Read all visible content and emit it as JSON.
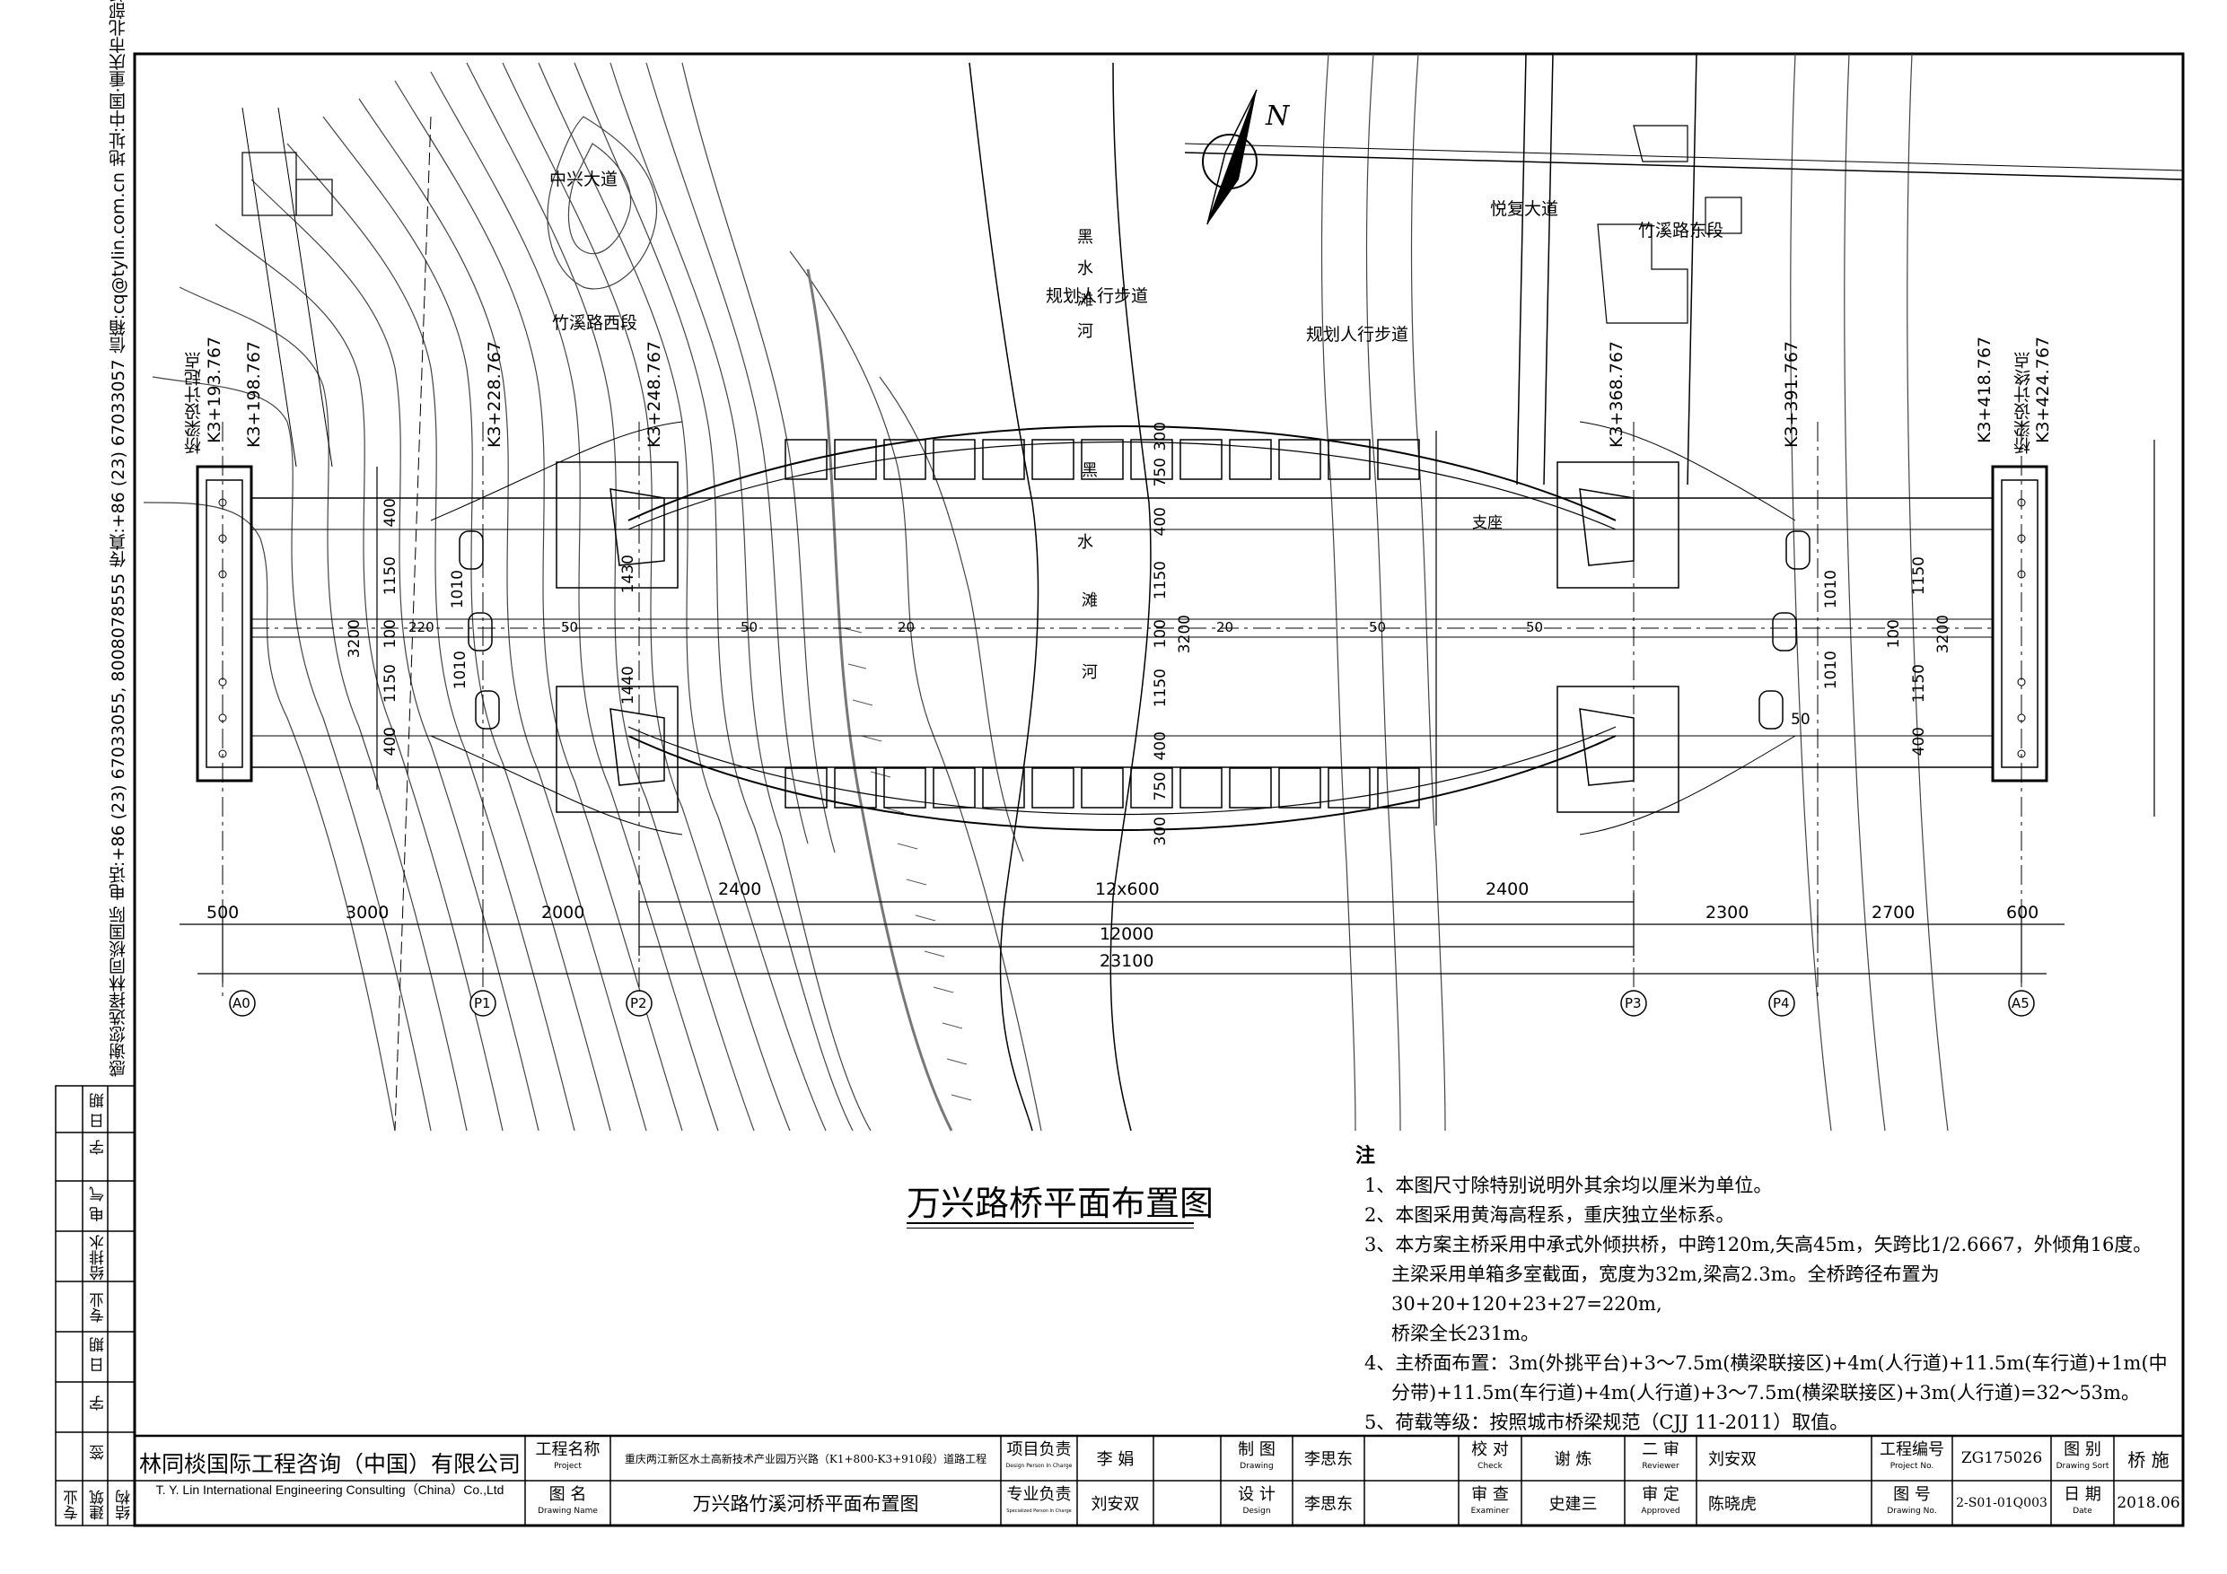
{
  "drawing": {
    "north_label": "N",
    "title": "万兴路桥平面布置图",
    "left_margin_text": "感谢您选择林同棪国际   电话:+86 (23) 67033055, 8008078555 传真:+86 (23) 67033057 信箱:cq@tylin.com.cn   地址:中国·重庆市北部新区高新园黄葛路6号",
    "roads": [
      "中兴大道",
      "悦复大道",
      "竹溪路西段",
      "竹溪路东段",
      "规划人行步道",
      "规划人行步道"
    ],
    "rivers": [
      "黑",
      "水",
      "滩",
      "河",
      "黑",
      "水",
      "滩",
      "河"
    ],
    "stations": [
      {
        "text": "K3+193.767",
        "extra": "桥梁设计起点"
      },
      {
        "text": "K3+198.767"
      },
      {
        "text": "K3+228.767"
      },
      {
        "text": "K3+248.767"
      },
      {
        "text": "K3+368.767"
      },
      {
        "text": "K3+391.767"
      },
      {
        "text": "K3+418.767"
      },
      {
        "text": "K3+424.767",
        "extra": "桥梁设计终点"
      }
    ],
    "piers": [
      "A0",
      "P1",
      "P2",
      "P3",
      "P4",
      "A5"
    ],
    "dims": {
      "bottom": [
        "500",
        "3000",
        "2000",
        "2400",
        "12x600",
        "2400",
        "2300",
        "2700",
        "600"
      ],
      "total_span": "12000",
      "total_length": "23100",
      "width_left": [
        "400",
        "1150",
        "100",
        "1150",
        "400",
        "3200"
      ],
      "width_center": [
        "300",
        "750",
        "400",
        "1150",
        "100",
        "3200",
        "1150",
        "400",
        "750",
        "300"
      ],
      "width_right": [
        "1150",
        "3200",
        "100",
        "1150",
        "400"
      ],
      "misc": [
        "1010",
        "1010",
        "1430",
        "1440",
        "50",
        "220",
        "1010",
        "1010",
        "50",
        "20",
        "20",
        "50",
        "50",
        "50"
      ],
      "support_label": "支座"
    }
  },
  "notes": {
    "head": "注",
    "items": [
      "1、本图尺寸除特别说明外其余均以厘米为单位。",
      "2、本图采用黄海高程系，重庆独立坐标系。",
      "3、本方案主桥采用中承式外倾拱桥，中跨120m,矢高45m，矢跨比1/2.6667，外倾角16度。",
      "主梁采用单箱多室截面，宽度为32m,梁高2.3m。全桥跨径布置为30+20+120+23+27=220m,",
      "桥梁全长231m。",
      "4、主桥面布置：3m(外挑平台)+3～7.5m(横梁联接区)+4m(人行道)+11.5m(车行道)+1m(中",
      "分带)+11.5m(车行道)+4m(人行道)+3～7.5m(横梁联接区)+3m(人行道)=32～53m。",
      "5、荷载等级：按照城市桥梁规范（CJJ 11-2011）取值。"
    ]
  },
  "title_block": {
    "company_cn": "林同棪国际工程咨询（中国）有限公司",
    "company_en": "T. Y. Lin International Engineering Consulting（China）Co.,Ltd",
    "project_label": "工程名称",
    "project_label_en": "Project",
    "project_name": "重庆两江新区水土高新技术产业园万兴路（K1+800-K3+910段）道路工程",
    "drawing_label": "图 名",
    "drawing_label_en": "Drawing Name",
    "drawing_name": "万兴路竹溪河桥平面布置图",
    "pm_label": "项目负责",
    "pm_label_en": "Design Person In Charge",
    "pm": "李 娟",
    "spec_label": "专业负责",
    "spec_label_en": "Specialized Person In Charge",
    "spec": "刘安双",
    "drawn_label": "制 图",
    "drawn_label_en": "Drawing",
    "drawn": "李思东",
    "design_label": "设 计",
    "design_label_en": "Design",
    "design": "李思东",
    "check_label": "校 对",
    "check_label_en": "Check",
    "check": "谢 炼",
    "exam_label": "审 查",
    "exam_label_en": "Examiner",
    "exam": "史建三",
    "review_label": "二 审",
    "review_label_en": "Reviewer",
    "review": "刘安双",
    "approve_label": "审 定",
    "approve_label_en": "Approved",
    "approve": "陈晓虎",
    "projno_label": "工程编号",
    "projno_label_en": "Project No.",
    "projno": "ZG175026",
    "sort_label": "图 别",
    "sort_label_en": "Drawing Sort",
    "sort": "桥 施",
    "dwgno_label": "图 号",
    "dwgno_label_en": "Drawing No.",
    "dwgno": "2-S01-01Q003",
    "date_label": "日 期",
    "date_label_en": "Date",
    "date": "2018.06"
  },
  "side_block": {
    "cols": [
      "专业",
      "建筑",
      "结构"
    ],
    "rows": [
      "签",
      "字",
      "日 期",
      "专业",
      "给排水",
      "电 气",
      "签",
      "字",
      "日 期"
    ]
  }
}
